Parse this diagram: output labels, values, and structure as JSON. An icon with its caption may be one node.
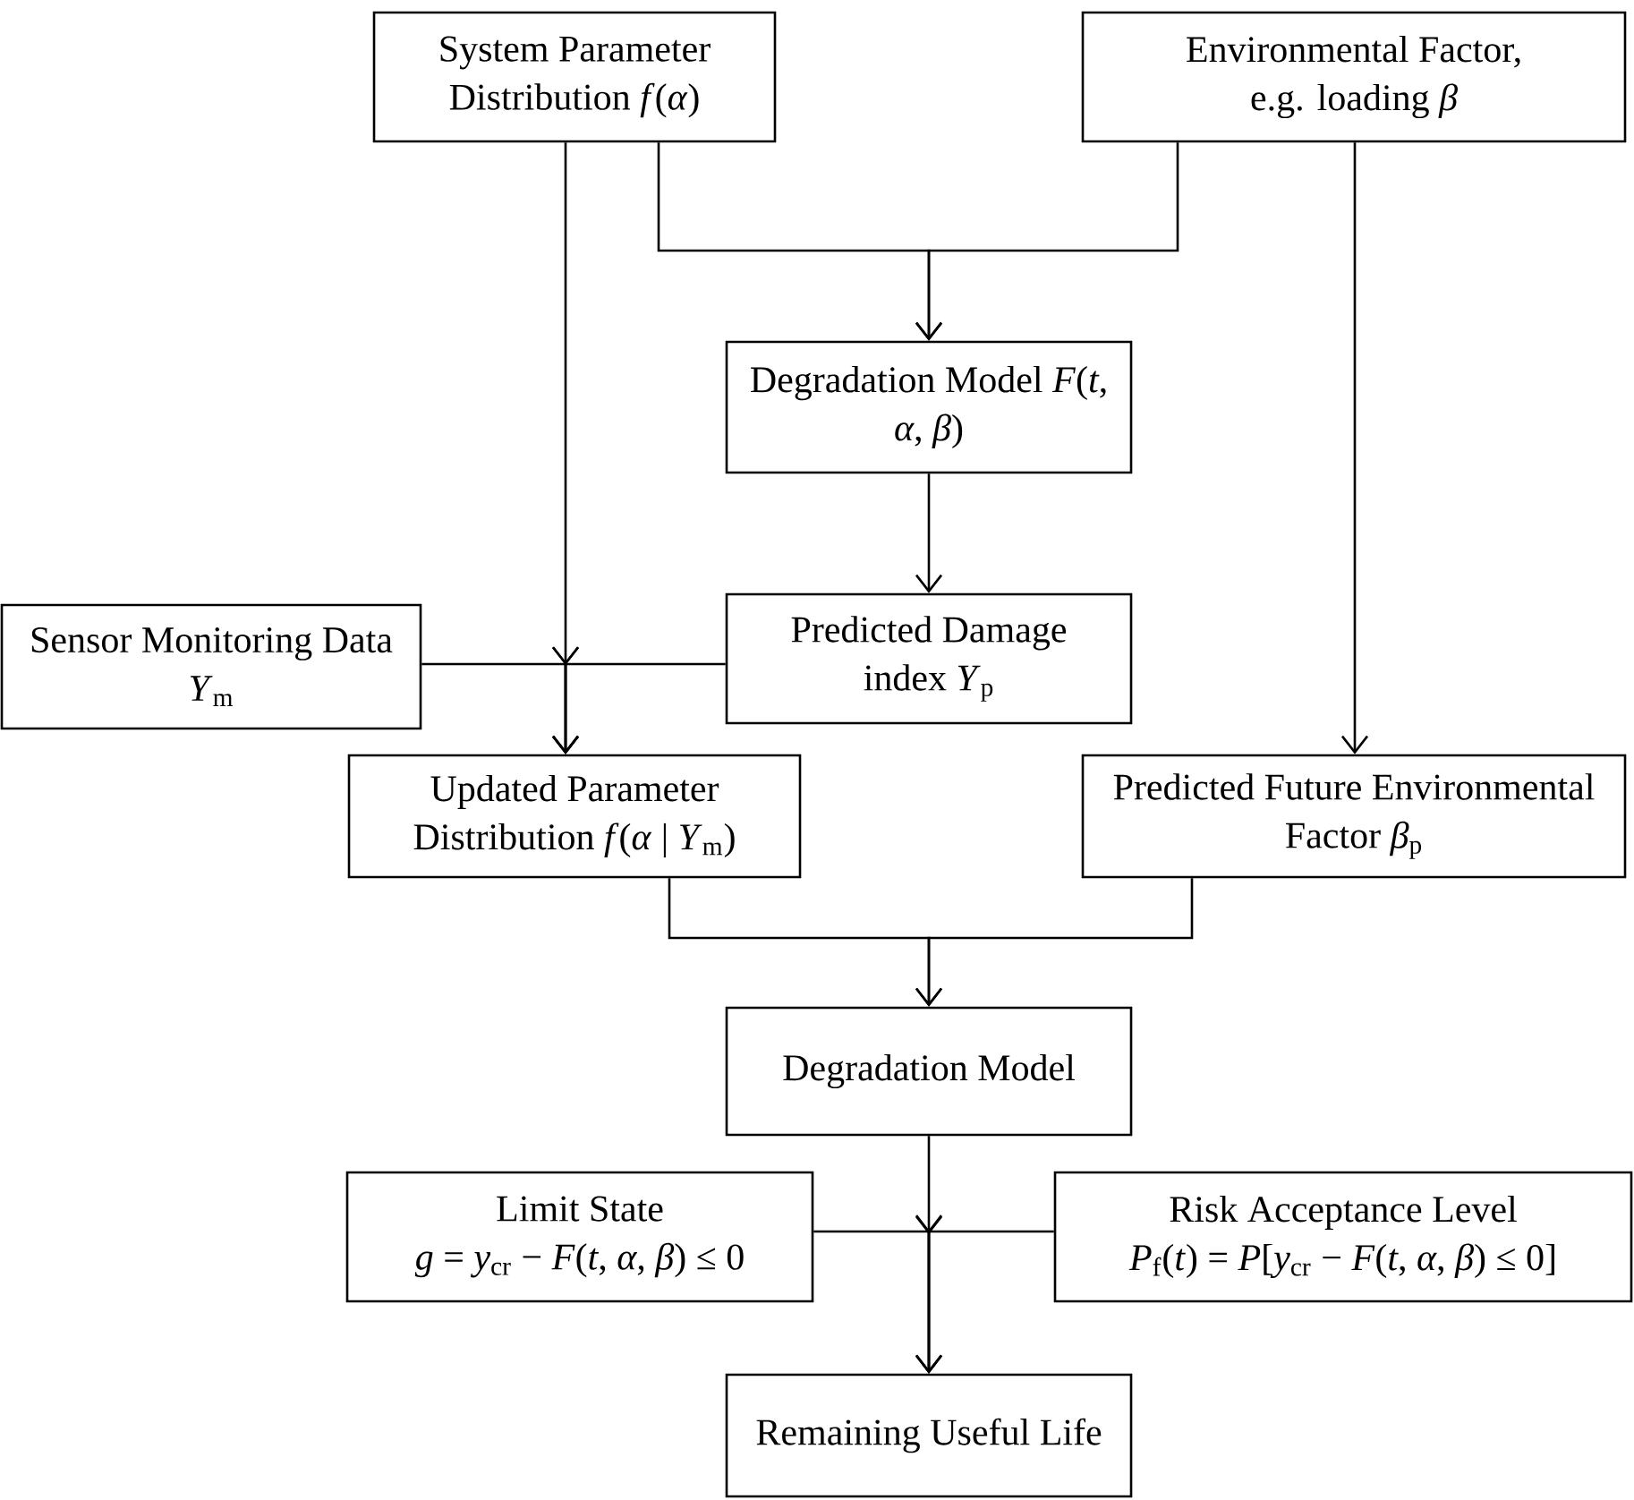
{
  "diagram": {
    "nodes": [
      {
        "text": [
          "System Parameter Distribution *f*(*α*)"
        ]
      },
      {
        "text": [
          "Environmental Factor, e.g. loading *β*"
        ]
      },
      {
        "text": [
          "Degradation Model *F*(*t*, *α*, *β*)"
        ]
      },
      {
        "text": [
          "Sensor Monitoring Data *Y*$_{m}$"
        ]
      },
      {
        "text": [
          "Predicted Damage index *Y*$_{p}$"
        ]
      },
      {
        "text": [
          "Updated Parameter Distribution *f*(*α* | *Y*$_{m}$)"
        ]
      },
      {
        "text": [
          "Predicted Future Environmental Factor *β*$_{p}$"
        ]
      },
      {
        "text": [
          "Degradation Model"
        ]
      },
      {
        "text": [
          "Limit State",
          "*g* = *y*$_{cr}$ − *F*(*t*, *α*, *β*) ≤ 0"
        ]
      },
      {
        "text": [
          "Risk Acceptance Level",
          "*P*$_{f}$(*t*) = *P*[*y*$_{cr}$ − *F*(*t*, *α*, *β*) ≤ 0]"
        ]
      },
      {
        "text": [
          "Remaining Useful Life"
        ]
      }
    ],
    "edges": [
      {
        "from": 0,
        "to": 2,
        "arrow": "to"
      },
      {
        "from": 1,
        "to": 2,
        "arrow": "to"
      },
      {
        "from": 2,
        "to": 4,
        "arrow": "to"
      },
      {
        "from": 0,
        "to": 5,
        "arrow": "to"
      },
      {
        "from": 3,
        "to": 5,
        "arrow": "to"
      },
      {
        "from": 4,
        "to": 5,
        "arrow": "to"
      },
      {
        "from": 1,
        "to": 6,
        "arrow": "to"
      },
      {
        "from": 5,
        "to": 7,
        "arrow": "to"
      },
      {
        "from": 6,
        "to": 7,
        "arrow": "to"
      },
      {
        "from": 7,
        "to": 10,
        "arrow": "to"
      },
      {
        "from": 8,
        "to": 10,
        "arrow": "to"
      },
      {
        "from": 9,
        "to": 10,
        "arrow": "to"
      }
    ]
  }
}
